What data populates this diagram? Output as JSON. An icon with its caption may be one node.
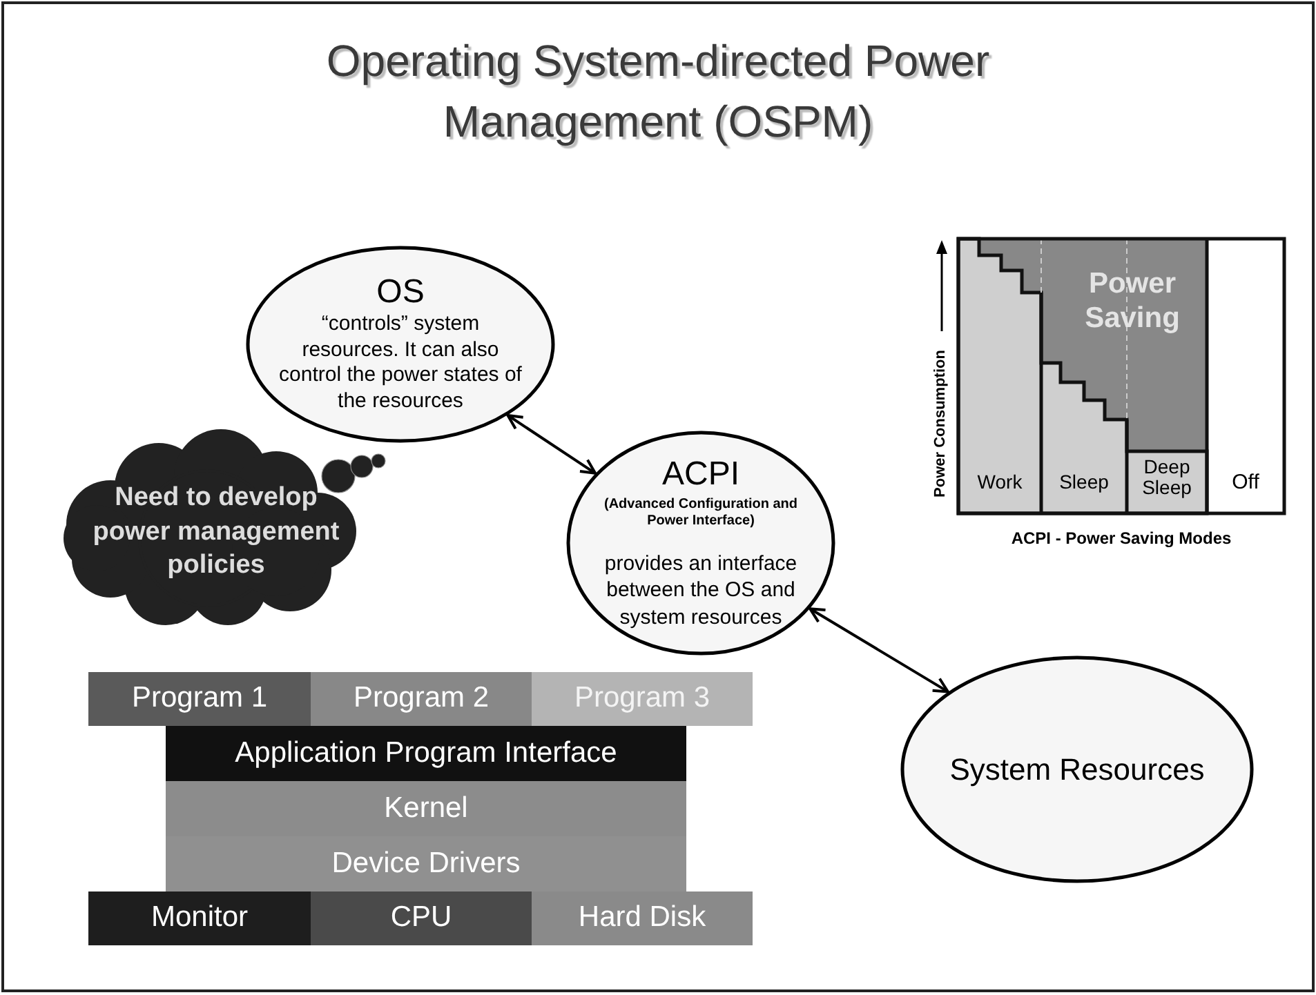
{
  "diagram": {
    "title": "Operating System-directed Power Management (OSPM)",
    "nodes": [
      {
        "text": [
          "OS",
          "“controls” system resources.  It can also control the power states of the resources"
        ]
      },
      {
        "text": [
          "Need to develop power management policies"
        ]
      },
      {
        "text": [
          "ACPI",
          "(Advanced Configuration and Power Interface)",
          "provides an interface between the OS and system resources"
        ]
      },
      {
        "text": [
          "System Resources"
        ]
      },
      {
        "text": [
          "Program 1"
        ]
      },
      {
        "text": [
          "Program 2"
        ]
      },
      {
        "text": [
          "Program 3"
        ]
      },
      {
        "text": [
          "Application Program Interface"
        ]
      },
      {
        "text": [
          "Kernel"
        ]
      },
      {
        "text": [
          "Device Drivers"
        ]
      },
      {
        "text": [
          "Monitor"
        ]
      },
      {
        "text": [
          "CPU"
        ]
      },
      {
        "text": [
          "Hard Disk"
        ]
      }
    ],
    "edges": [
      {
        "from": 0,
        "to": 2,
        "arrow": "both"
      },
      {
        "from": 2,
        "to": 3,
        "arrow": "both"
      }
    ],
    "labels": [
      "Power Consumption",
      "Power Saving",
      "Work",
      "Sleep",
      "Deep Sleep",
      "Off",
      "ACPI - Power Saving Modes"
    ]
  }
}
